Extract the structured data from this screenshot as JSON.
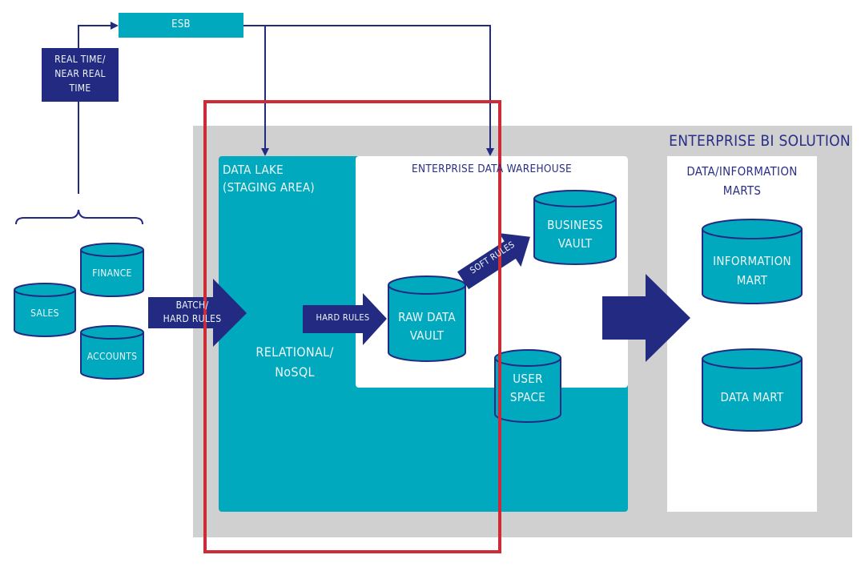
{
  "colors": {
    "teal": "#00a9bd",
    "navy": "#232a82",
    "grey": "#d0d0d0",
    "highlight_red": "#cc2b37",
    "white": "#ffffff"
  },
  "esb": {
    "label": "ESB"
  },
  "realtime": {
    "label_line1": "REAL TIME/",
    "label_line2": "NEAR REAL",
    "label_line3": "TIME"
  },
  "sources": [
    {
      "label": "SALES"
    },
    {
      "label": "FINANCE"
    },
    {
      "label": "ACCOUNTS"
    }
  ],
  "batch_arrow": {
    "line1": "BATCH/",
    "line2": "HARD RULES"
  },
  "enterprise_bi": {
    "title": "ENTERPRISE BI SOLUTION"
  },
  "data_lake": {
    "title_line1": "DATA LAKE",
    "title_line2": "(STAGING AREA)",
    "body_line1": "RELATIONAL/",
    "body_line2": "NoSQL"
  },
  "edw": {
    "title": "ENTERPRISE DATA WAREHOUSE"
  },
  "hard_rules_arrow": {
    "label": "HARD RULES"
  },
  "soft_rules_arrow": {
    "label": "SOFT RULES"
  },
  "raw_data_vault": {
    "line1": "RAW DATA",
    "line2": "VAULT"
  },
  "business_vault": {
    "line1": "BUSINESS",
    "line2": "VAULT"
  },
  "user_space": {
    "line1": "USER",
    "line2": "SPACE"
  },
  "marts": {
    "title_line1": "DATA/INFORMATION",
    "title_line2": "MARTS",
    "information_mart": {
      "line1": "INFORMATION",
      "line2": "MART"
    },
    "data_mart": {
      "label": "DATA MART"
    }
  }
}
